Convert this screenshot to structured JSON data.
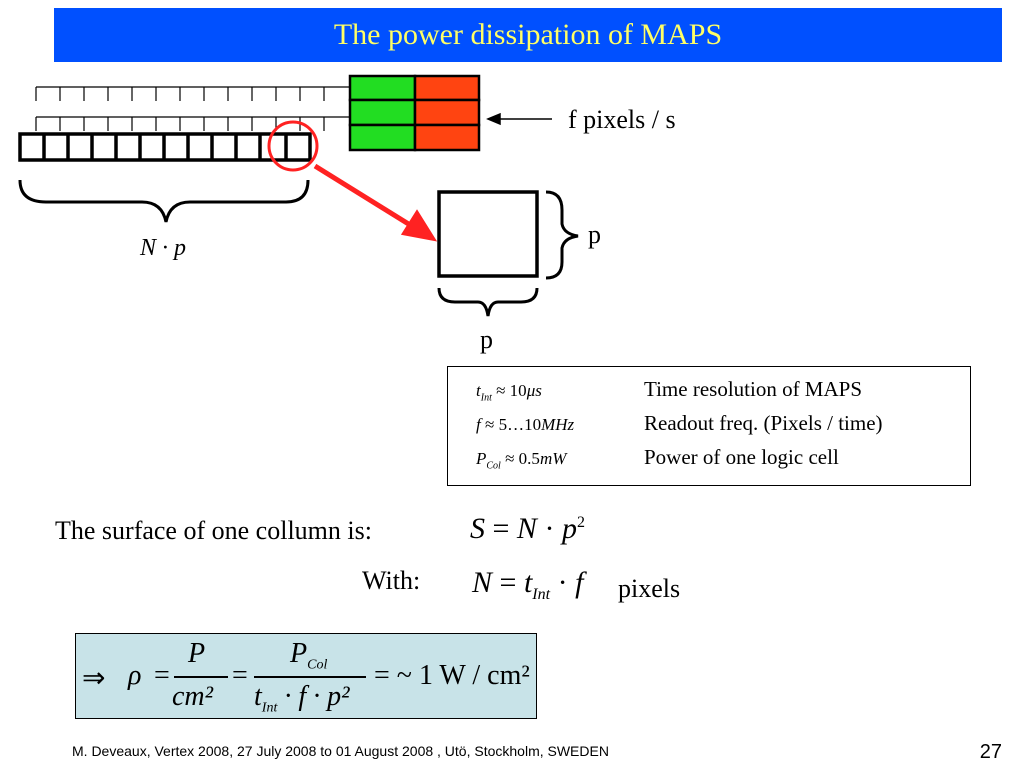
{
  "slide": {
    "title": "The power dissipation of MAPS",
    "footer": "M. Deveaux, Vertex 2008, 27 July 2008 to 01 August 2008 , Utö, Stockholm, SWEDEN",
    "page_number": "27"
  },
  "diagram": {
    "rate_label": "f pixels / s",
    "side_label_right": "p",
    "side_label_bottom": "p",
    "length_label": "N · p",
    "colors": {
      "green": "#22dd22",
      "red": "#ff4411",
      "highlight": "#ff2222"
    }
  },
  "parameters": [
    {
      "math": "t",
      "sub": "Int",
      "approx": "≈ 10",
      "unit": "μs",
      "desc": "Time resolution of MAPS"
    },
    {
      "math": "f",
      "sub": "",
      "approx": "≈ 5…10",
      "unit": "MHz",
      "desc": "Readout freq. (Pixels / time)"
    },
    {
      "math": "P",
      "sub": "Col",
      "approx": "≈ 0.5",
      "unit": "mW",
      "desc": "Power of one logic cell"
    }
  ],
  "equations": {
    "surface_text": "The surface of one collumn is:",
    "with_text": "With:",
    "pixels_text": "pixels"
  },
  "result": {
    "implies": "⇒",
    "rho": "ρ",
    "eq": "=",
    "num1": "P",
    "den1": "cm²",
    "num2": "P",
    "num2_sub": "Col",
    "den2_t": "t",
    "den2_sub": "Int",
    "den2_rest": "· f · p²",
    "final": "= ~ 1 W / cm²"
  }
}
